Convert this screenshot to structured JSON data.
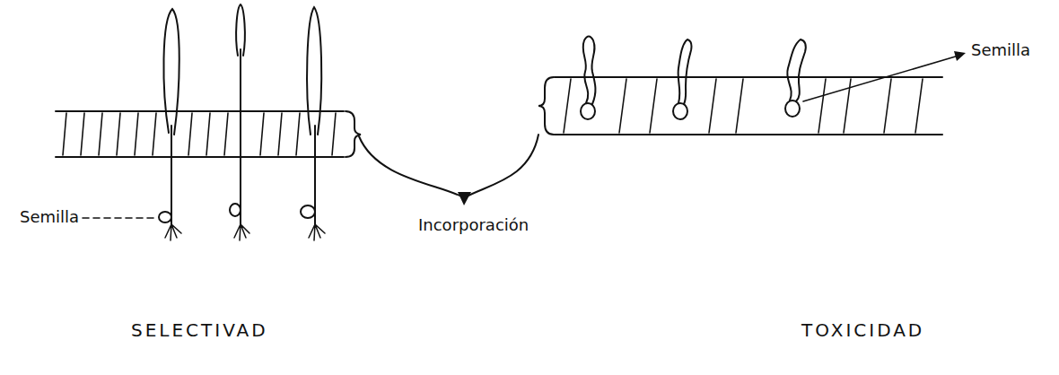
{
  "diagram": {
    "labels": [
      "Semilla",
      "Semilla",
      "Incorporación",
      "SELECTIVAD",
      "TOXICIDAD"
    ]
  }
}
